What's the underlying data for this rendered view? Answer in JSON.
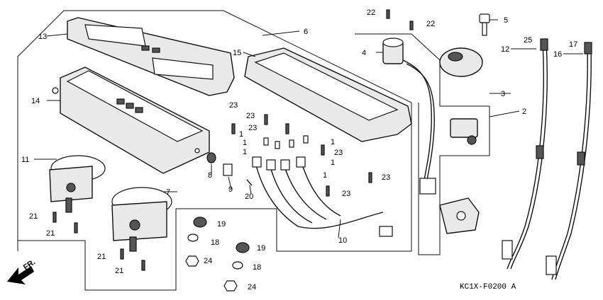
{
  "callouts": {
    "p1": "1",
    "p2": "2",
    "p3": "3",
    "p4": "4",
    "p5": "5",
    "p6": "6",
    "p7": "7",
    "p8": "8",
    "p9": "9",
    "p10": "10",
    "p11": "11",
    "p12": "12",
    "p13": "13",
    "p14": "14",
    "p15": "15",
    "p16": "16",
    "p17": "17",
    "p18": "18",
    "p19": "19",
    "p20": "20",
    "p21": "21",
    "p22": "22",
    "p23": "23",
    "p24": "24",
    "p25": "25"
  },
  "direction_label": "FR.",
  "diagram_code": "KC1X-F0200 A"
}
